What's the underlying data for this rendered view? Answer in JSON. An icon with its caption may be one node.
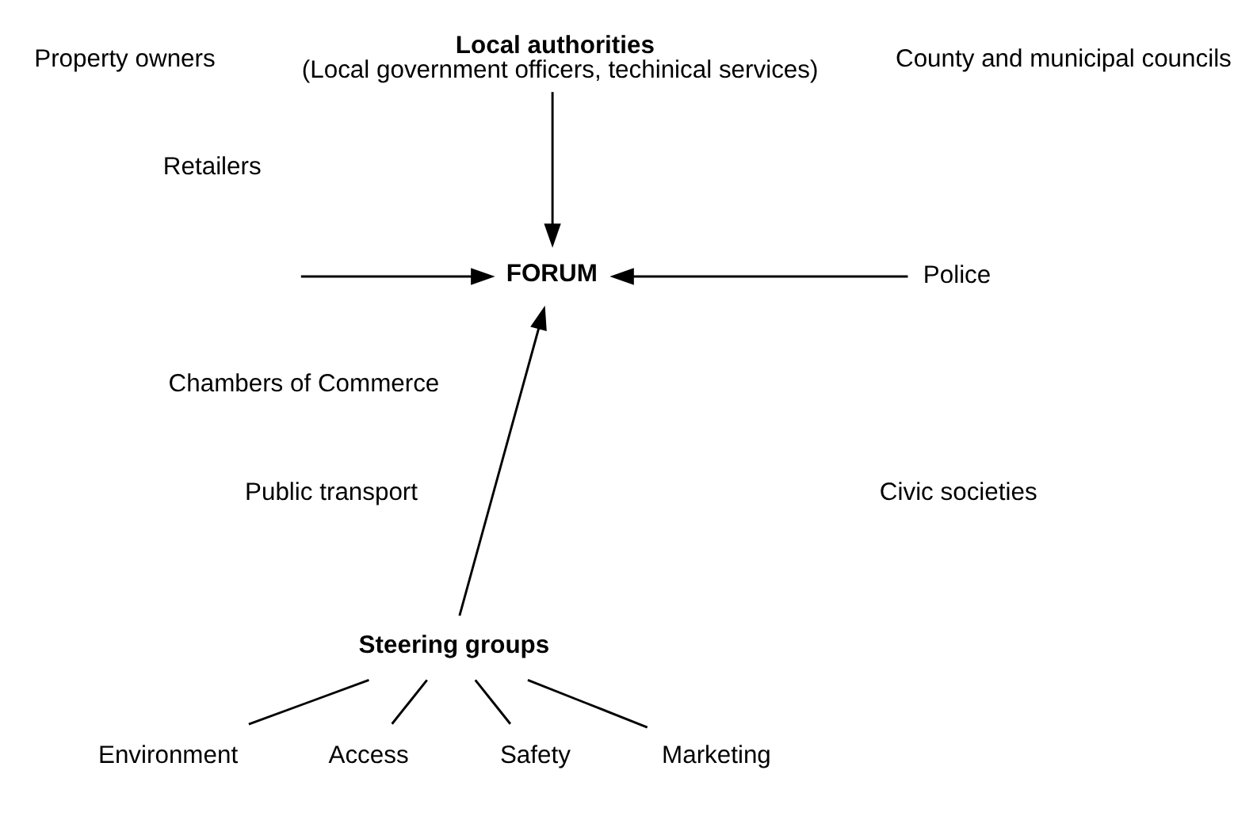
{
  "diagram": {
    "nodes": [
      {
        "text": [
          "Local authorities",
          "(Local government officers, techinical services)"
        ]
      },
      {
        "text": [
          "FORUM"
        ]
      },
      {
        "text": [
          "Police"
        ]
      },
      {
        "text": [
          "Steering groups"
        ]
      },
      {
        "text": [
          "Environment"
        ]
      },
      {
        "text": [
          "Access"
        ]
      },
      {
        "text": [
          "Safety"
        ]
      },
      {
        "text": [
          "Marketing"
        ]
      }
    ],
    "edges": [
      {
        "from": 0,
        "to": 1,
        "arrow": "to"
      },
      {
        "from": null,
        "to": 1,
        "arrow": "to"
      },
      {
        "from": 2,
        "to": 1,
        "arrow": "to"
      },
      {
        "from": 3,
        "to": 1,
        "arrow": "to"
      },
      {
        "from": 3,
        "to": 4,
        "arrow": "none"
      },
      {
        "from": 3,
        "to": 5,
        "arrow": "none"
      },
      {
        "from": 3,
        "to": 6,
        "arrow": "none"
      },
      {
        "from": 3,
        "to": 7,
        "arrow": "none"
      }
    ],
    "labels": [
      "Property owners",
      "County and municipal councils",
      "Retailers",
      "Chambers of Commerce",
      "Public transport",
      "Civic societies"
    ]
  }
}
